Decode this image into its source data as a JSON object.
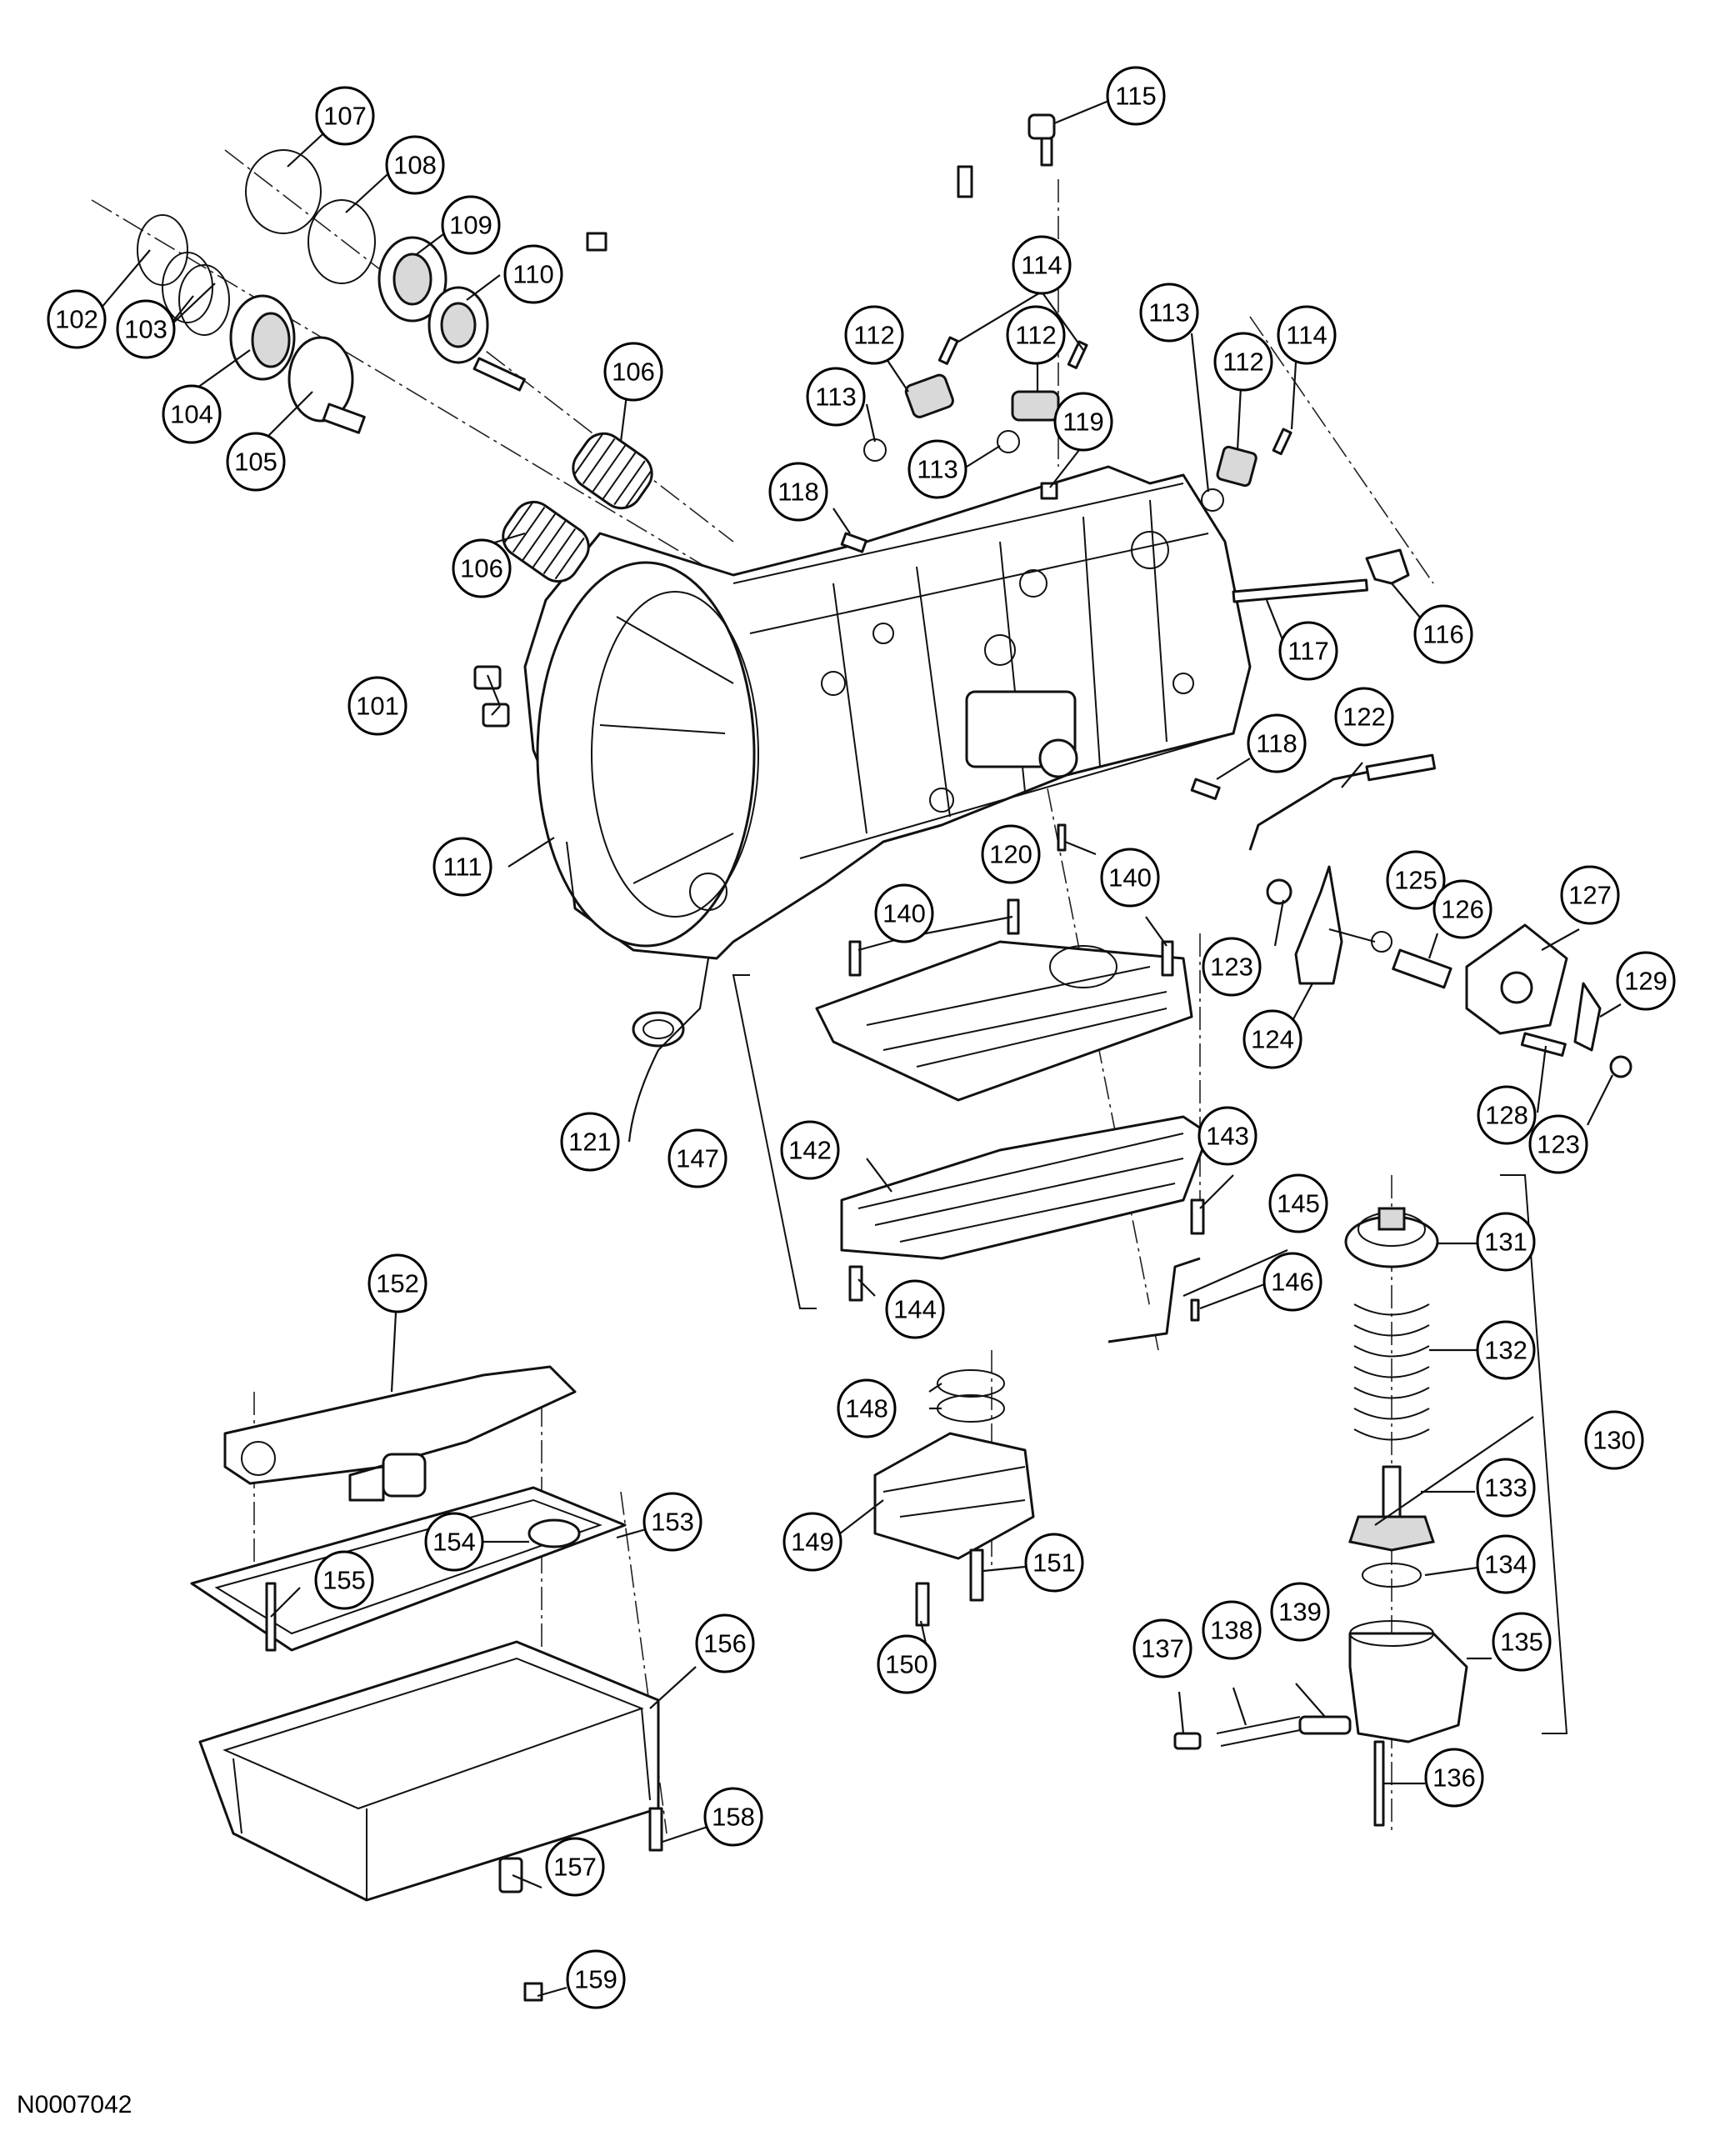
{
  "figure_id": "N0007042",
  "callouts": {
    "c101": "101",
    "c102": "102",
    "c103": "103",
    "c104": "104",
    "c105": "105",
    "c106a": "106",
    "c106b": "106",
    "c107": "107",
    "c108": "108",
    "c109": "109",
    "c110": "110",
    "c111": "111",
    "c112a": "112",
    "c112b": "112",
    "c112c": "112",
    "c113a": "113",
    "c113b": "113",
    "c113c": "113",
    "c114a": "114",
    "c114b": "114",
    "c115": "115",
    "c116": "116",
    "c117": "117",
    "c118a": "118",
    "c118b": "118",
    "c119": "119",
    "c120": "120",
    "c121": "121",
    "c122": "122",
    "c123a": "123",
    "c123b": "123",
    "c124": "124",
    "c125": "125",
    "c126": "126",
    "c127": "127",
    "c128": "128",
    "c129": "129",
    "c130": "130",
    "c131": "131",
    "c132": "132",
    "c133": "133",
    "c134": "134",
    "c135": "135",
    "c136": "136",
    "c137": "137",
    "c138": "138",
    "c139": "139",
    "c140a": "140",
    "c140b": "140",
    "c142": "142",
    "c143": "143",
    "c144": "144",
    "c145": "145",
    "c146": "146",
    "c147": "147",
    "c148": "148",
    "c149": "149",
    "c150": "150",
    "c151": "151",
    "c152": "152",
    "c153": "153",
    "c154": "154",
    "c155": "155",
    "c156": "156",
    "c157": "157",
    "c158": "158",
    "c159": "159"
  }
}
